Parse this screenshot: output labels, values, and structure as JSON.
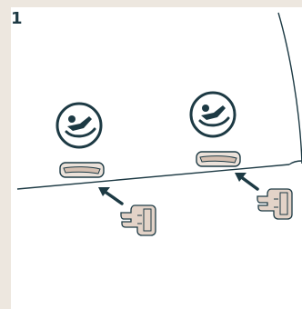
{
  "diagram": {
    "step_number": "1",
    "colors": {
      "line": "#1d3a44",
      "panel": "#ffffff",
      "background": "#ede7df",
      "connector_fill": "#e3d3c8",
      "slot_fill": "#ece2da"
    },
    "icons": [
      "baby-seat-icon",
      "isofix-slot",
      "connector-clip",
      "arrow-up-left"
    ]
  }
}
